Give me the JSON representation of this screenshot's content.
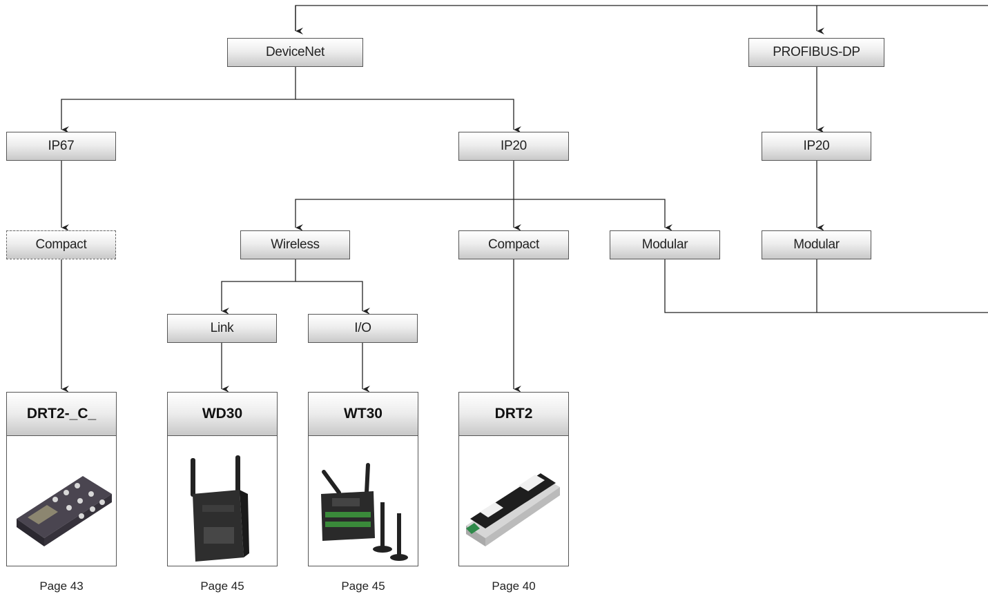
{
  "nodes": {
    "devicenet": "DeviceNet",
    "profibus": "PROFIBUS-DP",
    "ip67": "IP67",
    "ip20_devicenet": "IP20",
    "ip20_profibus": "IP20",
    "compact_ip67": "Compact",
    "wireless": "Wireless",
    "compact_ip20": "Compact",
    "modular_devicenet": "Modular",
    "modular_profibus": "Modular",
    "link": "Link",
    "io": "I/O"
  },
  "products": [
    {
      "name": "DRT2-_C_",
      "page": "Page 43"
    },
    {
      "name": "WD30",
      "page": "Page 45"
    },
    {
      "name": "WT30",
      "page": "Page 45"
    },
    {
      "name": "DRT2",
      "page": "Page 40"
    }
  ],
  "colors": {
    "line": "#222222",
    "box_border": "#555555"
  }
}
